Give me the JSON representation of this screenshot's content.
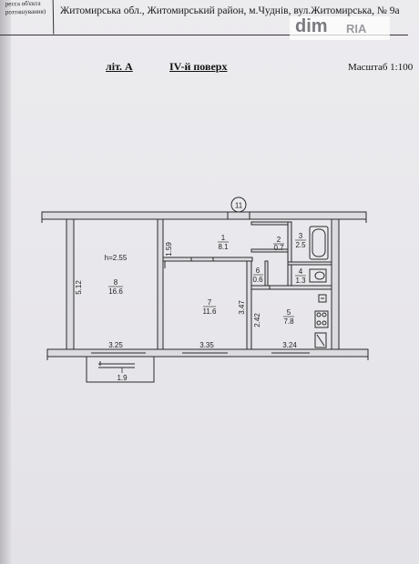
{
  "header": {
    "left_cell_line1": "ресса об'єкта",
    "left_cell_line2": "розташування)",
    "address": "Житомирська обл., Житомирський район, м.Чуднів, вул.Житомирська, № 9а"
  },
  "watermark": {
    "brand": "dim",
    "sub": "RIA"
  },
  "title": {
    "liter": "літ. А",
    "floor": "IV-й поверх",
    "scale": "Масштаб 1:100"
  },
  "plan": {
    "axis_marker": "11",
    "rooms": [
      {
        "num": "1",
        "area": "8.1"
      },
      {
        "num": "2",
        "area": "0.7"
      },
      {
        "num": "3",
        "area": "2.5"
      },
      {
        "num": "4",
        "area": "1.3"
      },
      {
        "num": "5",
        "area": "7.8"
      },
      {
        "num": "6",
        "area": "0.6"
      },
      {
        "num": "7",
        "area": "11.6"
      },
      {
        "num": "8",
        "area": "16.6"
      }
    ],
    "ceiling_height": "h=2.55",
    "dimensions": {
      "left_height": "5.12",
      "corridor_height": "1.59",
      "room7_height": "3.47",
      "room5_height": "2.42",
      "bottom_room8": "3.25",
      "bottom_room7": "3.35",
      "bottom_room5": "3.24",
      "balcony_width": "1.9",
      "balcony_label": "I"
    }
  }
}
